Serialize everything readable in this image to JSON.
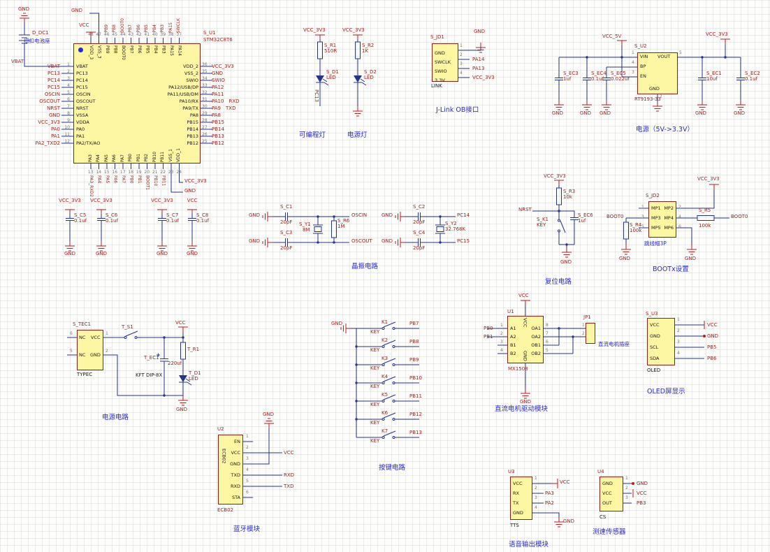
{
  "colors": {
    "wire": "#27348b",
    "power": "#b42025",
    "net": "#9b231e",
    "caption": "#2a2ad2",
    "body": "#fdf6a3",
    "border": "#8c1f1a"
  },
  "battery": {
    "gnd_label": "GND",
    "ref": "D_DC1",
    "name": "纽扣电池座",
    "net": "VBAT"
  },
  "mcu": {
    "ref": "S_U1",
    "part": "STM32C8T6",
    "top_vcc": "VCC",
    "top_gnd": "GND",
    "bot_vcc": "VCC_3V3",
    "bot_gnd": "GND",
    "left": [
      {
        "num": "1",
        "name": "VBAT",
        "net": "VBAT"
      },
      {
        "num": "2",
        "name": "PC13",
        "net": "PC13"
      },
      {
        "num": "3",
        "name": "PC14",
        "net": "PC14"
      },
      {
        "num": "4",
        "name": "PC15",
        "net": "PC15"
      },
      {
        "num": "5",
        "name": "OSCIN",
        "net": "OSCIN"
      },
      {
        "num": "6",
        "name": "OSCOUT",
        "net": "OSCOUT"
      },
      {
        "num": "7",
        "name": "NRST",
        "net": "NRST"
      },
      {
        "num": "8",
        "name": "VSSA",
        "net": "GND"
      },
      {
        "num": "9",
        "name": "VDDA",
        "net": "VCC_3V3"
      },
      {
        "num": "10",
        "name": "PA0",
        "net": "PA0"
      },
      {
        "num": "11",
        "name": "PA1",
        "net": "PA1"
      },
      {
        "num": "12",
        "name": "PA2/TX/AO",
        "net": "PA2_TXD2"
      }
    ],
    "right": [
      {
        "num": "36",
        "name": "VDD_2",
        "net": "VCC_3V3",
        "net2": ""
      },
      {
        "num": "35",
        "name": "VSS_2",
        "net": "GND",
        "net2": ""
      },
      {
        "num": "34",
        "name": "SWIO",
        "net": "SWIO",
        "net2": ""
      },
      {
        "num": "33",
        "name": "PA12/USB/DP",
        "net": "PA12",
        "net2": ""
      },
      {
        "num": "32",
        "name": "PA11/USB/DM",
        "net": "PA11",
        "net2": ""
      },
      {
        "num": "31",
        "name": "PA10/RX",
        "net": "PA10",
        "net2": "RXD"
      },
      {
        "num": "30",
        "name": "PA9/TX",
        "net": "PA9",
        "net2": "TXD"
      },
      {
        "num": "29",
        "name": "PA8",
        "net": "PA8",
        "net2": ""
      },
      {
        "num": "28",
        "name": "PB15",
        "net": "PB15",
        "net2": ""
      },
      {
        "num": "27",
        "name": "PB14",
        "net": "PB14",
        "net2": ""
      },
      {
        "num": "26",
        "name": "PB13",
        "net": "PB13",
        "net2": ""
      },
      {
        "num": "25",
        "name": "PB12",
        "net": "PB12",
        "net2": ""
      }
    ],
    "top": [
      {
        "num": "48",
        "name": "VDD_3",
        "net": ""
      },
      {
        "num": "47",
        "name": "VSS_3",
        "net": ""
      },
      {
        "num": "46",
        "name": "PB9",
        "net": "PB9"
      },
      {
        "num": "45",
        "name": "PB8",
        "net": "PB8"
      },
      {
        "num": "44",
        "name": "BOOT0",
        "net": "BOOT0"
      },
      {
        "num": "43",
        "name": "PB7",
        "net": "PB7"
      },
      {
        "num": "42",
        "name": "PB6",
        "net": "PB6"
      },
      {
        "num": "41",
        "name": "PB5",
        "net": "PB5"
      },
      {
        "num": "40",
        "name": "PB4",
        "net": "PB4"
      },
      {
        "num": "39",
        "name": "PB3",
        "net": "PB3"
      },
      {
        "num": "38",
        "name": "PA15",
        "net": "PA15"
      },
      {
        "num": "37",
        "name": "PA14",
        "net": "SWCLK"
      }
    ],
    "bottom": [
      {
        "num": "13",
        "name": "PA3",
        "net": "PA3_RXD2"
      },
      {
        "num": "14",
        "name": "PA4",
        "net": "PA4"
      },
      {
        "num": "15",
        "name": "PA5",
        "net": "PA5"
      },
      {
        "num": "16",
        "name": "PA6",
        "net": "PA6"
      },
      {
        "num": "17",
        "name": "PA7",
        "net": "PA7"
      },
      {
        "num": "18",
        "name": "PB0",
        "net": "PB0"
      },
      {
        "num": "19",
        "name": "PB1",
        "net": "PB1"
      },
      {
        "num": "20",
        "name": "PB2",
        "net": "BOOT1"
      },
      {
        "num": "21",
        "name": "PB10",
        "net": "PB10"
      },
      {
        "num": "22",
        "name": "PB11",
        "net": "PB11"
      },
      {
        "num": "23",
        "name": "VSS_1",
        "net": ""
      },
      {
        "num": "24",
        "name": "VDD_1",
        "net": ""
      }
    ]
  },
  "prog_led": {
    "pwr": "VCC_3V3",
    "r_ref": "S_R1",
    "r_val": "510R",
    "d_ref": "S_D1",
    "d_val": "LED",
    "net": "PC13",
    "caption": "可编程灯"
  },
  "pwr_led": {
    "pwr": "VCC_3V3",
    "r_ref": "S_R2",
    "r_val": "1K",
    "d_ref": "S_D2",
    "d_val": "LED",
    "caption": "电源灯"
  },
  "jlink": {
    "ref": "S_JD1",
    "label": "LINK",
    "gnd": "GND",
    "caption": "J-Link OB接口",
    "pins": [
      {
        "num": "1",
        "name": "GND",
        "net": ""
      },
      {
        "num": "2",
        "name": "SWCLK",
        "net": "PA14"
      },
      {
        "num": "3",
        "name": "SWIO",
        "net": "PA13"
      },
      {
        "num": "4",
        "name": "3.3V",
        "net": "VCC_3V3"
      }
    ]
  },
  "power": {
    "ref": "S_U2",
    "part": "RT9193-33",
    "in_pwr": "VCC_5V",
    "out_pwr": "VCC_3V3",
    "vin": "VIN",
    "vout": "VOUT",
    "bp": "BP",
    "en": "EN",
    "gnd": "GND",
    "n_vin": "1",
    "n_bp": "4",
    "n_en": "3",
    "n_gnd": "2",
    "n_vout": "5",
    "caps_in": [
      {
        "ref": "S_EC3",
        "val": "1uf",
        "gnd": "GND"
      },
      {
        "ref": "S_EC4",
        "val": "0.1uf",
        "gnd": "GND"
      },
      {
        "ref": "S_EC5",
        "val": "0.022uf",
        "gnd": "GND"
      }
    ],
    "caps_out": [
      {
        "ref": "S_EC1",
        "val": "10uf",
        "gnd": "GND"
      },
      {
        "ref": "S_EC2",
        "val": "0.1uf",
        "gnd": "GND"
      }
    ],
    "caption": "电源（5V->3.3V）"
  },
  "caps_row": {
    "items": [
      {
        "pwr": "VCC_3V3",
        "ref": "S_C5",
        "val": "0.1uf",
        "gnd": "GND"
      },
      {
        "pwr": "VCC_3V3",
        "ref": "S_C6",
        "val": "0.1uf",
        "gnd": "GND"
      },
      {
        "pwr": "VCC_3V3",
        "ref": "S_C7",
        "val": "0.1uf",
        "gnd": "GND"
      },
      {
        "pwr": "VCC",
        "ref": "S_C8",
        "val": "0.1uf",
        "gnd": "GND"
      }
    ]
  },
  "crystal": {
    "caption": "晶振电路",
    "a": {
      "gnd1": "GND",
      "gnd2": "GND",
      "c1_ref": "S_C1",
      "c1_val": "20pF",
      "c2_ref": "S_C3",
      "c2_val": "20pF",
      "y_ref": "S_Y1",
      "y_val": "8M",
      "r_ref": "S_R6",
      "r_val": "1M",
      "net1": "OSCIN",
      "net2": "OSCOUT"
    },
    "b": {
      "gnd1": "GND",
      "gnd2": "GND",
      "c1_ref": "S_C2",
      "c1_val": "20pF",
      "c2_ref": "S_C4",
      "c2_val": "20pF",
      "y_ref": "S_Y2",
      "y_val": "32.768K",
      "net1": "PC14",
      "net2": "PC15"
    }
  },
  "reset": {
    "pwr": "VCC_3V3",
    "r_ref": "S_R3",
    "r_val": "10k",
    "net": "NRST",
    "k_ref": "S_K1",
    "k_val": "KEY",
    "c_ref": "S_EC6",
    "c_val": "1uf",
    "gnd": "GND",
    "caption": "复位电路"
  },
  "bootx": {
    "pwr": "VCC_3V3",
    "ref": "S_JD2",
    "rows": [
      [
        "MP1",
        "MP2"
      ],
      [
        "MP3",
        "MP4"
      ],
      [
        "MP5",
        "MP6"
      ]
    ],
    "nums_l": [
      "1",
      "3",
      "5"
    ],
    "nums_r": [
      "2",
      "4",
      "6"
    ],
    "r4_ref": "S_R4",
    "r4_val": "100k",
    "r5_ref": "S_R5",
    "r5_val": "100k",
    "net_l": "BOOT0",
    "net_r": "BOOT0",
    "gnd_l": "GND",
    "gnd_r": "GND",
    "note": "跳线帽3P",
    "caption": "BOOTx设置"
  },
  "typec": {
    "ref": "S_TEC1",
    "name": "TYPEC",
    "n6": "6",
    "n5": "5",
    "n1": "1",
    "n2": "2",
    "nc1": "NC",
    "nc2": "NC",
    "pin_vcc": "VCC",
    "pin_gnd": "GND",
    "sw_ref": "T_S1",
    "note": "KFT DIP-8X",
    "cap_ref": "T_EC1",
    "cap_val": "220uf",
    "r_ref": "T_R1",
    "d_ref": "T_D1",
    "d_val": "LED",
    "pwr": "VCC",
    "gnd": "GND",
    "caption": "电源电路"
  },
  "keys": {
    "gnd": "GND",
    "caption": "按键电路",
    "items": [
      {
        "ref": "K1",
        "label": "KEY",
        "net": "PB7"
      },
      {
        "ref": "K2",
        "label": "KEY",
        "net": "PB8"
      },
      {
        "ref": "K3",
        "label": "KEY",
        "net": "PB9"
      },
      {
        "ref": "K4",
        "label": "KEY",
        "net": "PB10"
      },
      {
        "ref": "K5",
        "label": "KEY",
        "net": "PB11"
      },
      {
        "ref": "K6",
        "label": "KEY",
        "net": "PB12"
      },
      {
        "ref": "K7",
        "label": "KEY",
        "net": "PB13"
      }
    ]
  },
  "motor": {
    "pwr": "VCC",
    "ref": "U1",
    "part": "MX1508",
    "in_vcc": "VCC",
    "in_gnd": "GND",
    "gnd": "GND",
    "jp_ref": "JP1",
    "jp_name": "直流电机插座",
    "jp_n1": "1",
    "jp_n2": "2",
    "caption": "直流电机驱动模块",
    "pins": [
      {
        "nl": "1",
        "l": "A1",
        "r": "OA1",
        "nr": "8",
        "net": "PB0"
      },
      {
        "nl": "2",
        "l": "A2",
        "r": "OA2",
        "nr": "7",
        "net": "PB1"
      },
      {
        "nl": "3",
        "l": "B1",
        "r": "OB1",
        "nr": "6",
        "net": ""
      },
      {
        "nl": "4",
        "l": "B2",
        "r": "OB2",
        "nr": "5",
        "net": ""
      }
    ]
  },
  "oled": {
    "ref": "S_U3",
    "label": "OLED",
    "caption": "OLED屏显示",
    "pins": [
      {
        "num": "1",
        "name": "VCC",
        "net": "VCC"
      },
      {
        "num": "2",
        "name": "GND",
        "net": "GND"
      },
      {
        "num": "3",
        "name": "SCL",
        "net": "PB5"
      },
      {
        "num": "4",
        "name": "SDA",
        "net": "PB6"
      }
    ]
  },
  "bluetooth": {
    "ref": "U2",
    "part": "ECB02",
    "vert": "ECB02",
    "gnd": "GND",
    "caption": "蓝牙模块",
    "pins": [
      {
        "num": "1",
        "name": "EN",
        "net": ""
      },
      {
        "num": "2",
        "name": "VCC",
        "net": "VCC"
      },
      {
        "num": "3",
        "name": "GND",
        "net": ""
      },
      {
        "num": "4",
        "name": "TXD",
        "net": "RXD"
      },
      {
        "num": "5",
        "name": "RXD",
        "net": "TXD"
      },
      {
        "num": "6",
        "name": "STA",
        "net": ""
      }
    ]
  },
  "voice": {
    "ref": "U3",
    "label": "TTS",
    "pwr": "VCC",
    "gnd": "GND",
    "caption": "语音输出模块",
    "pins": [
      {
        "num": "1",
        "name": "VCC",
        "net": ""
      },
      {
        "num": "2",
        "name": "RX",
        "net": "PA3"
      },
      {
        "num": "3",
        "name": "TX",
        "net": "PA2"
      },
      {
        "num": "4",
        "name": "GND",
        "net": ""
      }
    ]
  },
  "speed": {
    "ref": "U4",
    "label": "CS",
    "caption": "测速传感器",
    "pins": [
      {
        "num": "1",
        "name": "GND",
        "net": "GND"
      },
      {
        "num": "2",
        "name": "VCC",
        "net": "VCC"
      },
      {
        "num": "3",
        "name": "OUT",
        "net": "PB3"
      }
    ]
  }
}
